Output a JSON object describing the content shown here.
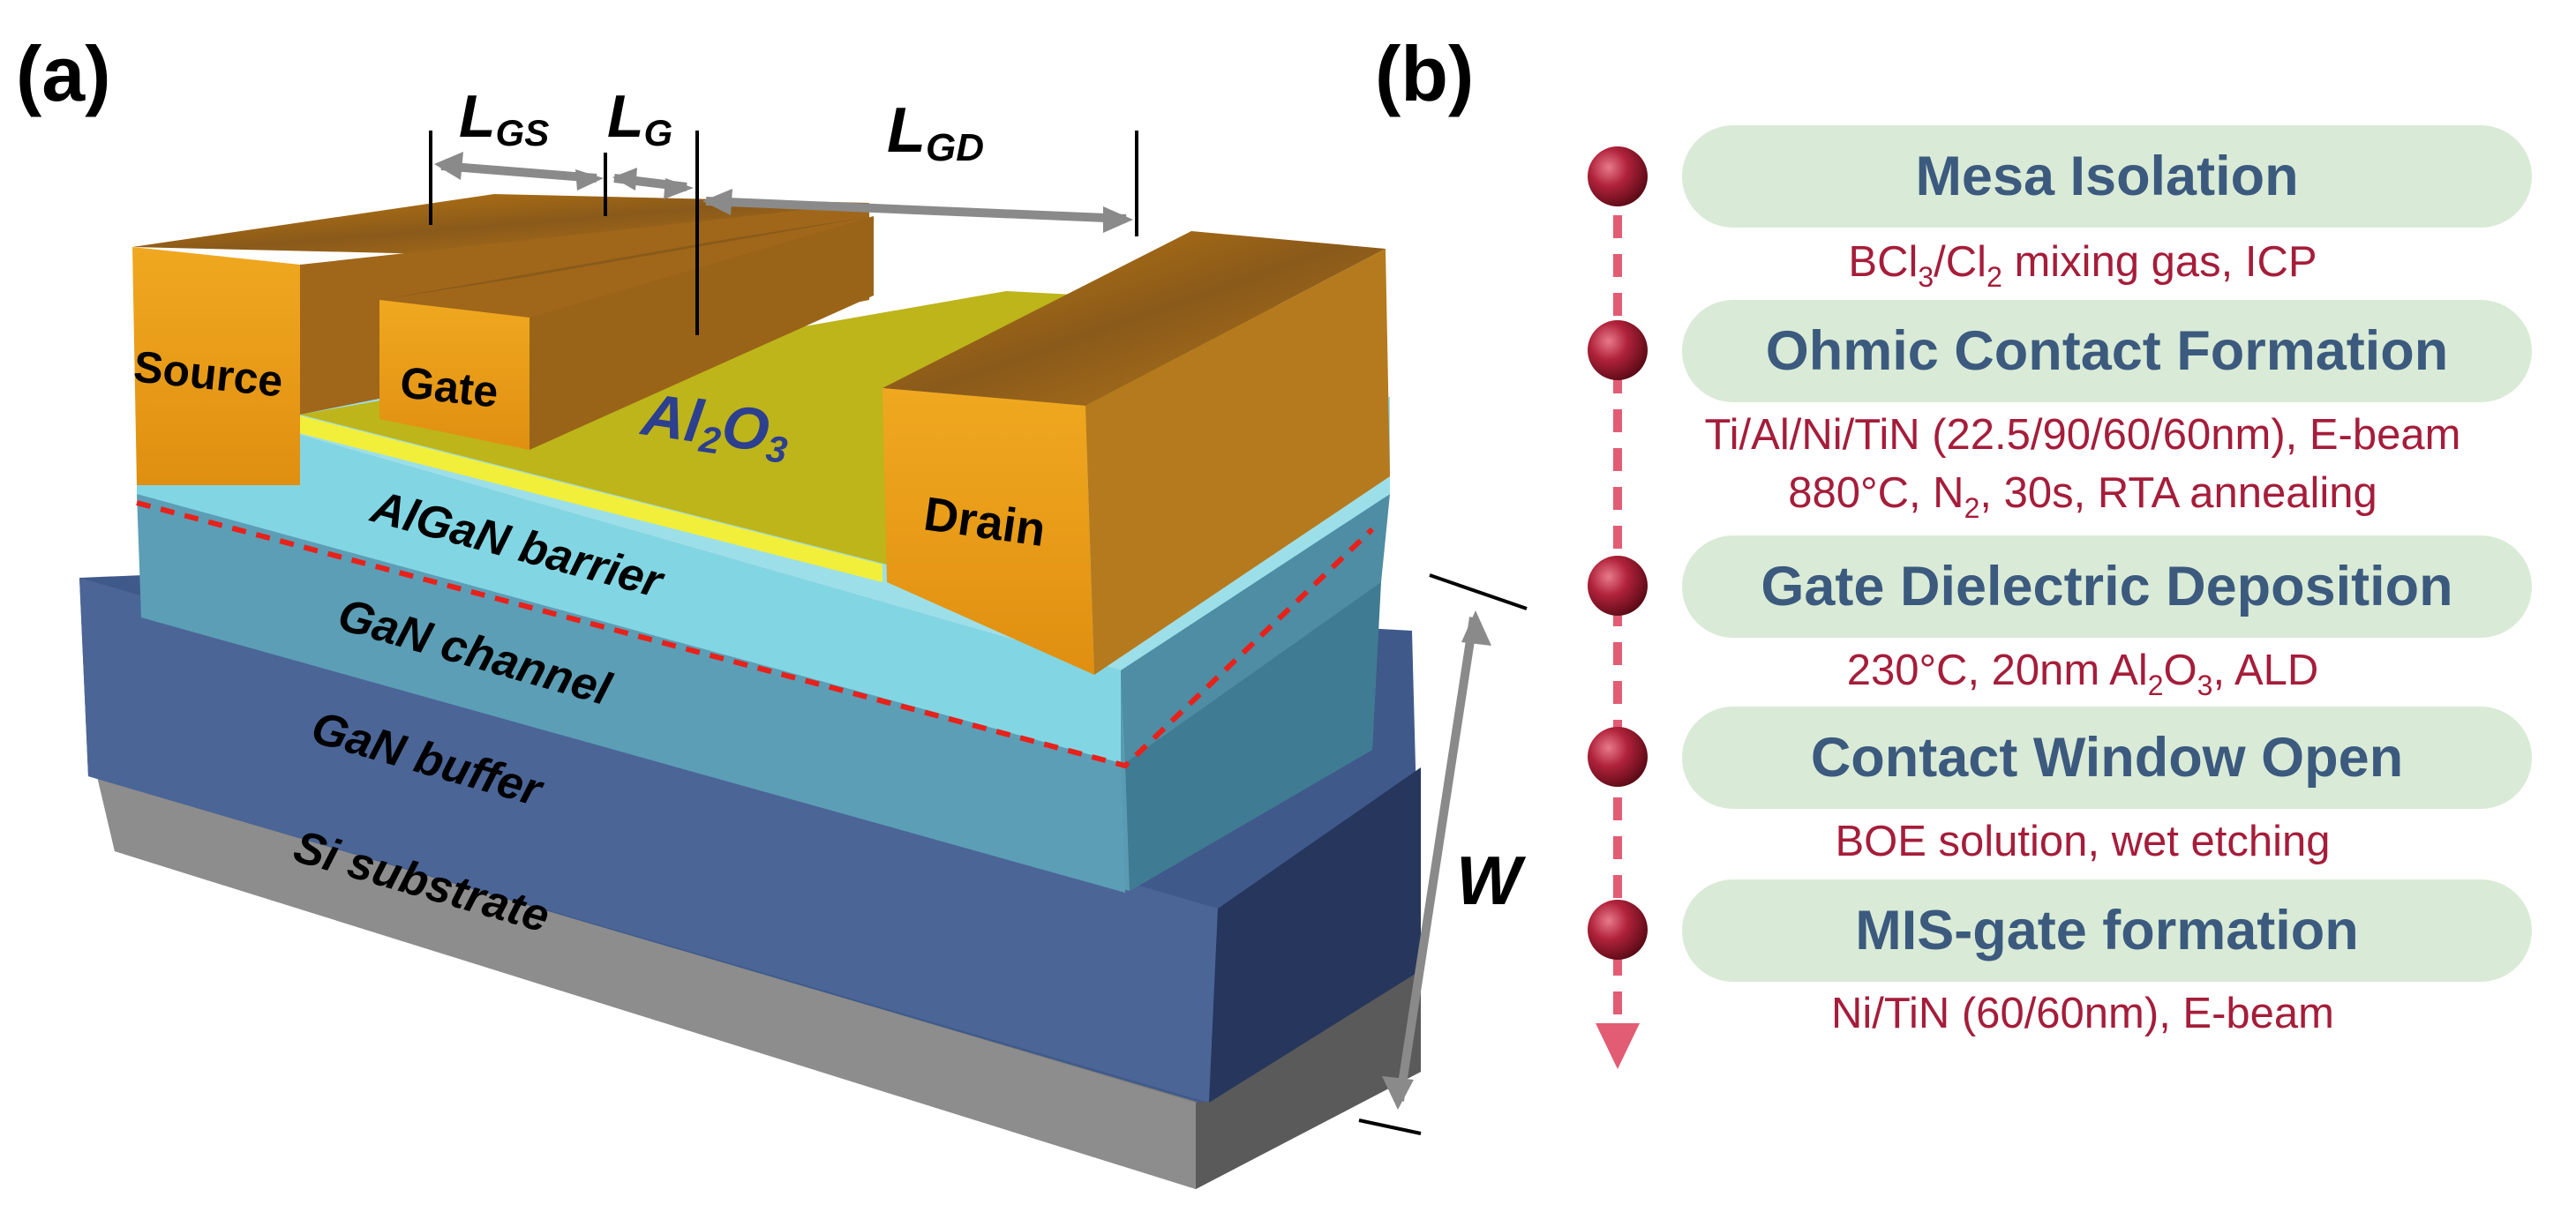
{
  "panel_a": {
    "label": "(a)",
    "contacts": {
      "source": "Source",
      "gate": "Gate",
      "drain": "Drain"
    },
    "dielectric": {
      "base": "Al",
      "sub1": "2",
      "mid": "O",
      "sub2": "3"
    },
    "layers": {
      "barrier": "AlGaN barrier",
      "channel": "GaN channel",
      "buffer": "GaN buffer",
      "substrate": "Si substrate"
    },
    "dimensions": {
      "lgs": {
        "main": "L",
        "sub": "GS"
      },
      "lg": {
        "main": "L",
        "sub": "G"
      },
      "lgd": {
        "main": "L",
        "sub": "GD"
      },
      "w": "W"
    },
    "colors": {
      "metal": "#e3a020",
      "al2o3": "#c9c31d",
      "barrier": "#7fd6e3",
      "channel": "#5a9bb2",
      "buffer": "#3f5a8a",
      "substrate": "#8a8a8a",
      "interface_line": "#e8211a"
    }
  },
  "panel_b": {
    "label": "(b)",
    "steps": [
      {
        "title": "Mesa Isolation",
        "detail": [
          {
            "t": "BCl"
          },
          {
            "s": "3"
          },
          {
            "t": "/Cl"
          },
          {
            "s": "2"
          },
          {
            "t": " mixing gas, ICP"
          }
        ]
      },
      {
        "title": "Ohmic Contact Formation",
        "detail": [
          {
            "t": "Ti/Al/Ni/TiN (22.5/90/60/60nm), E-beam"
          }
        ],
        "detail2": [
          {
            "t": "880°C, N"
          },
          {
            "s": "2"
          },
          {
            "t": ", 30s, RTA annealing"
          }
        ]
      },
      {
        "title": "Gate Dielectric Deposition",
        "detail": [
          {
            "t": "230°C, 20nm Al"
          },
          {
            "s": "2"
          },
          {
            "t": "O"
          },
          {
            "s": "3"
          },
          {
            "t": ", ALD"
          }
        ]
      },
      {
        "title": "Contact Window Open",
        "detail": [
          {
            "t": "BOE solution, wet etching"
          }
        ]
      },
      {
        "title": "MIS-gate formation",
        "detail": [
          {
            "t": "Ni/TiN (60/60nm), E-beam"
          }
        ]
      }
    ],
    "colors": {
      "box": "#d9ebd6",
      "title": "#3c5a7e",
      "detail": "#a51d3a",
      "bead": "#a01c2c",
      "line": "#e25c74"
    }
  }
}
